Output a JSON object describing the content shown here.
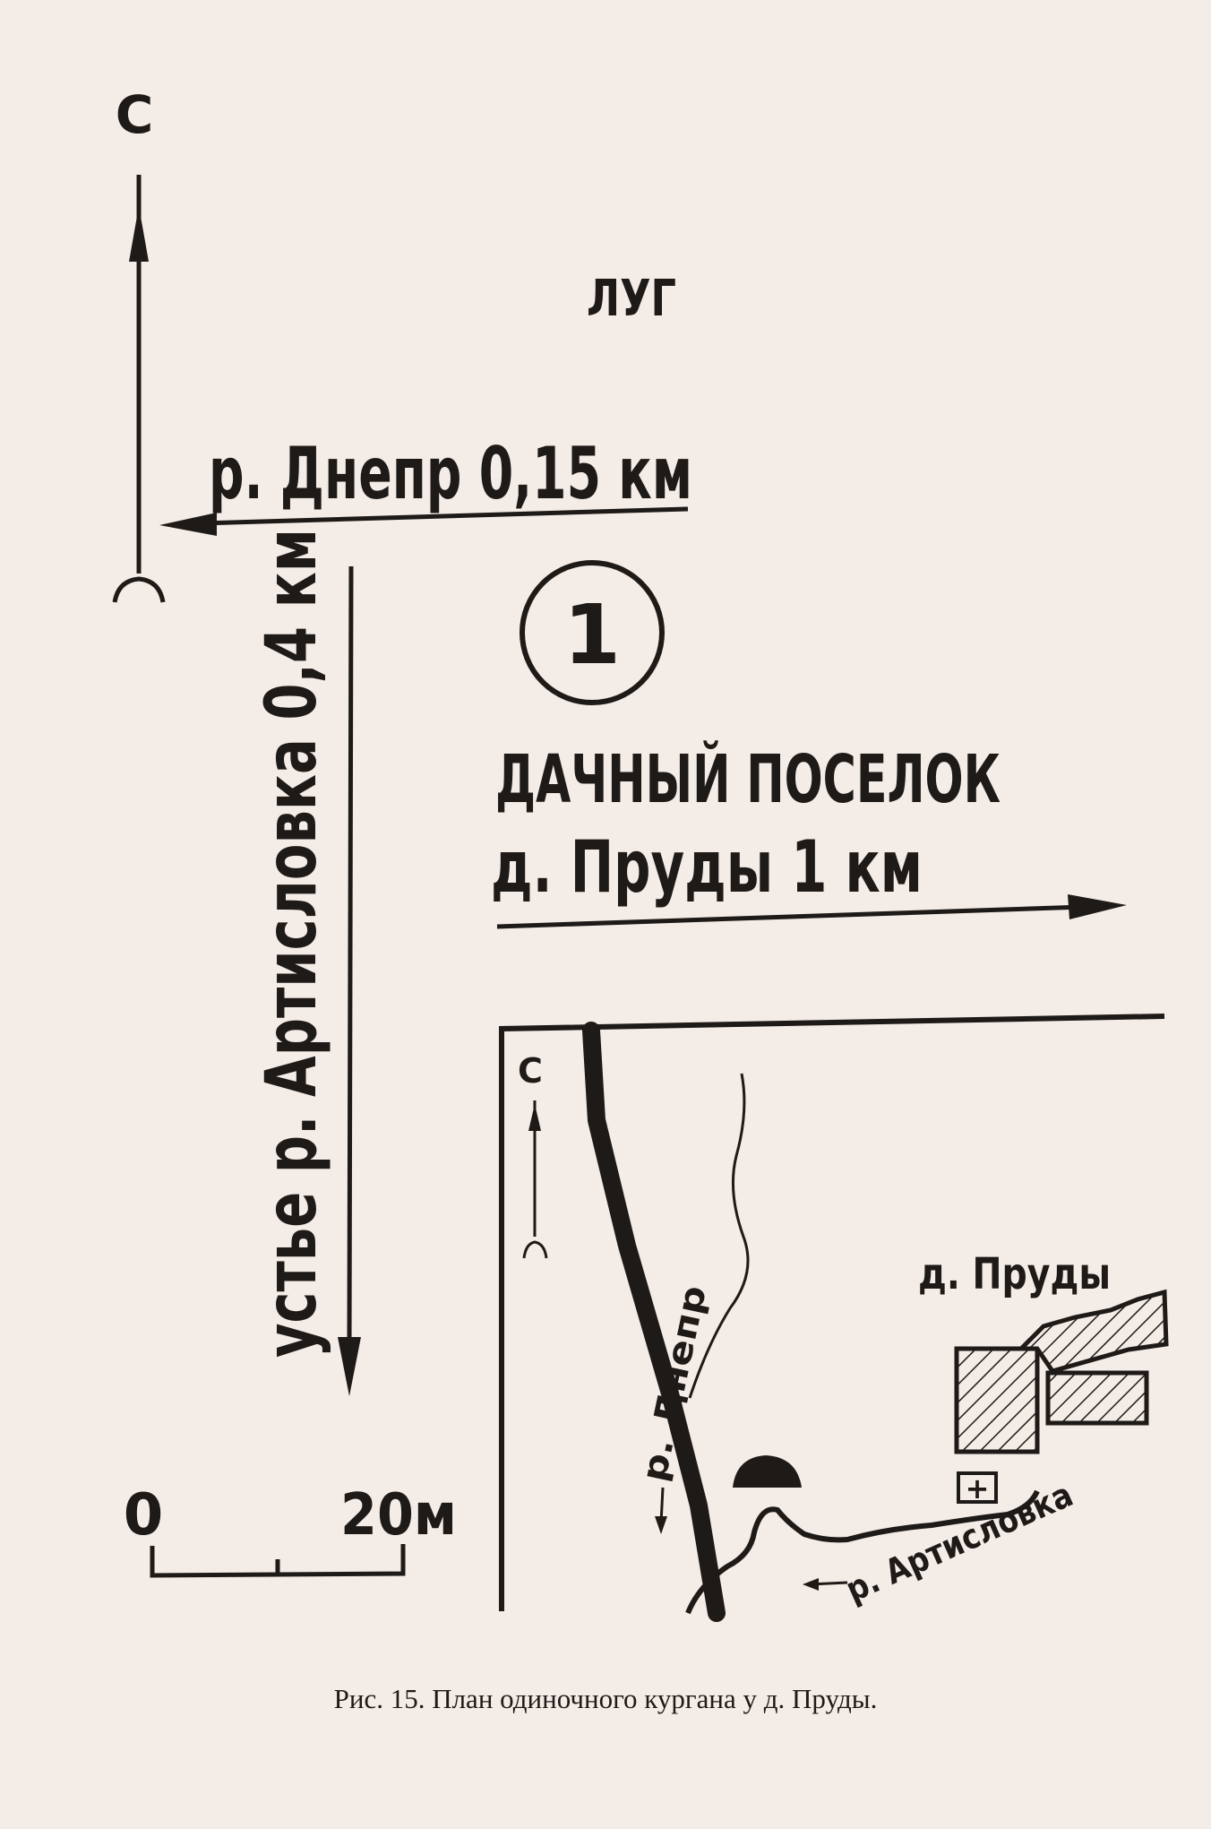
{
  "main_plan": {
    "north_label": "С",
    "meadow_label": "ЛУГ",
    "dnepr_direction_label": "р. Днепр 0,15 км",
    "mound_number": "1",
    "dacha_line1": "ДАЧНЫЙ ПОСЕЛОК",
    "dacha_line2": "д. Пруды 1 км",
    "artislovka_mouth_label": "устье р. Артисловка 0,4 км",
    "scale_start": "0",
    "scale_end": "20м"
  },
  "inset_map": {
    "north_label": "С",
    "village_label": "д. Пруды",
    "dnepr_label": "р. Днепр",
    "artislovka_label": "р. Артисловка",
    "cross_mark": "+"
  },
  "figure": {
    "caption": "Рис. 15. План одиночного кургана у д. Пруды."
  }
}
